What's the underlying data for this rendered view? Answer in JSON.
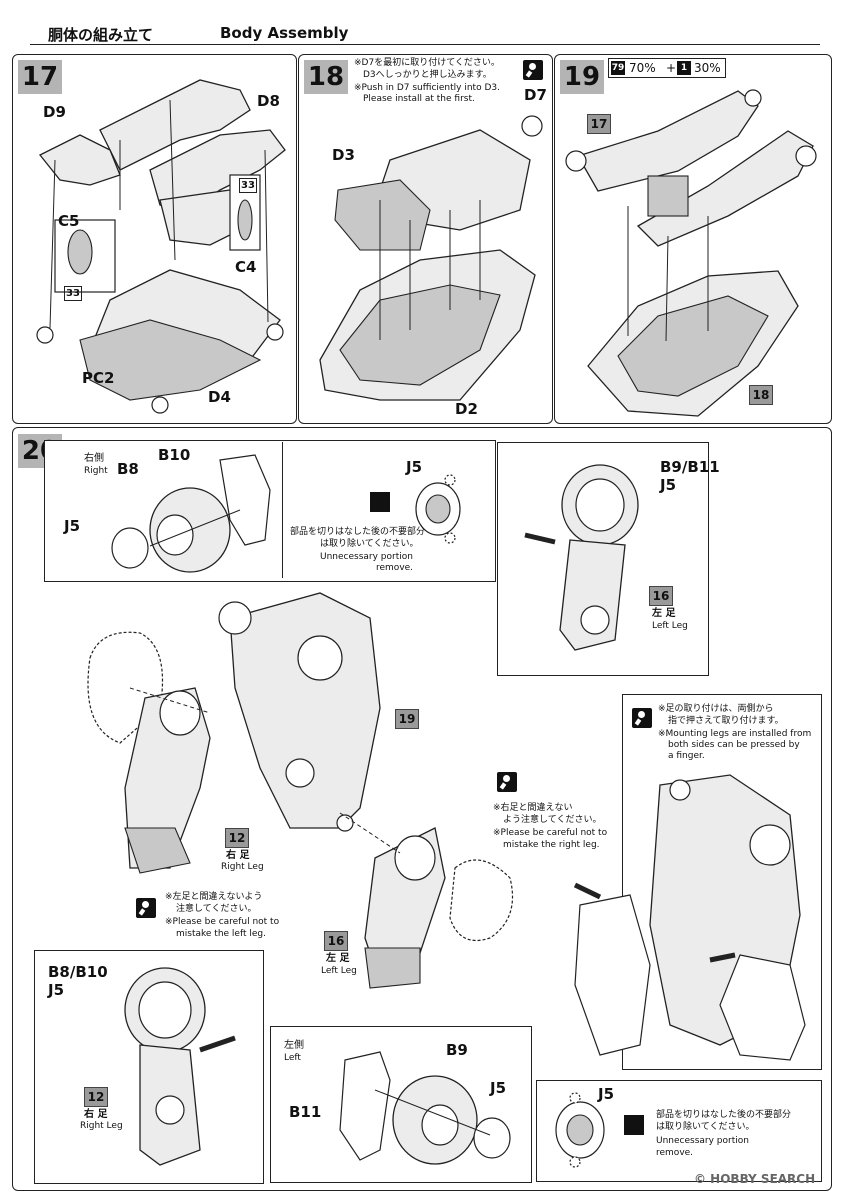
{
  "header": {
    "title_jp": "胴体の組み立て",
    "title_en": "Body Assembly"
  },
  "steps": {
    "s17": {
      "number": "17",
      "labels": {
        "d9": "D9",
        "d8": "D8",
        "c5": "C5",
        "c4": "C4",
        "pc2": "PC2",
        "d4": "D4",
        "color_33a": "33",
        "color_33b": "33"
      }
    },
    "s18": {
      "number": "18",
      "note_jp_1": "※D7を最初に取り付けてください。",
      "note_jp_2": "D3へしっかりと押し込みます。",
      "note_en_1": "※Push in D7 sufficiently into D3.",
      "note_en_2": "Please install at the first.",
      "labels": {
        "d7": "D7",
        "d3": "D3",
        "d2": "D2"
      }
    },
    "s19": {
      "number": "19",
      "mix": {
        "c1": "79",
        "p1": "70%",
        "plus": "+",
        "c2": "1",
        "p2": "30%"
      },
      "labels": {
        "ref17": "17",
        "ref18": "18"
      }
    },
    "s20": {
      "number": "20",
      "right_side": {
        "jp": "右側",
        "en": "Right",
        "b8": "B8",
        "b10": "B10",
        "j5": "J5"
      },
      "cut_top": {
        "j5": "J5",
        "jp_1": "部品を切りはなした後の不要部分",
        "jp_2": "は取り除いてください。",
        "en_1": "Unnecessary portion",
        "en_2": "remove."
      },
      "left_leg_detail": {
        "parts_1": "B9/B11",
        "parts_2": "J5",
        "ref": "16",
        "jp": "左 足",
        "en": "Left Leg"
      },
      "mount_note": {
        "jp_1": "※足の取り付けは、両側から",
        "jp_2": "指で押さえて取り付けます。",
        "en_1": "※Mounting legs are installed from",
        "en_2": "both sides can be pressed by",
        "en_3": "a finger."
      },
      "ref19": "19",
      "right_leg_main": {
        "ref": "12",
        "jp": "右 足",
        "en": "Right Leg"
      },
      "caution_right": {
        "jp_1": "※右足と間違えない",
        "jp_2": "よう注意してください。",
        "en_1": "※Please be careful not to",
        "en_2": "mistake the right leg."
      },
      "caution_left": {
        "jp_1": "※左足と間違えないよう",
        "jp_2": "注意してください。",
        "en_1": "※Please be careful not to",
        "en_2": "mistake the left leg."
      },
      "left_leg_main": {
        "ref": "16",
        "jp": "左 足",
        "en": "Left Leg"
      },
      "right_leg_detail": {
        "parts_1": "B8/B10",
        "parts_2": "J5",
        "ref": "12",
        "jp": "右 足",
        "en": "Right Leg"
      },
      "left_side": {
        "jp": "左側",
        "en": "Left",
        "b9": "B9",
        "b11": "B11",
        "j5": "J5"
      },
      "cut_bottom": {
        "j5": "J5",
        "jp_1": "部品を切りはなした後の不要部分",
        "jp_2": "は取り除いてください。",
        "en_1": "Unnecessary portion",
        "en_2": "remove."
      }
    }
  },
  "watermark": {
    "text": "© HOBBY SEARCH"
  }
}
